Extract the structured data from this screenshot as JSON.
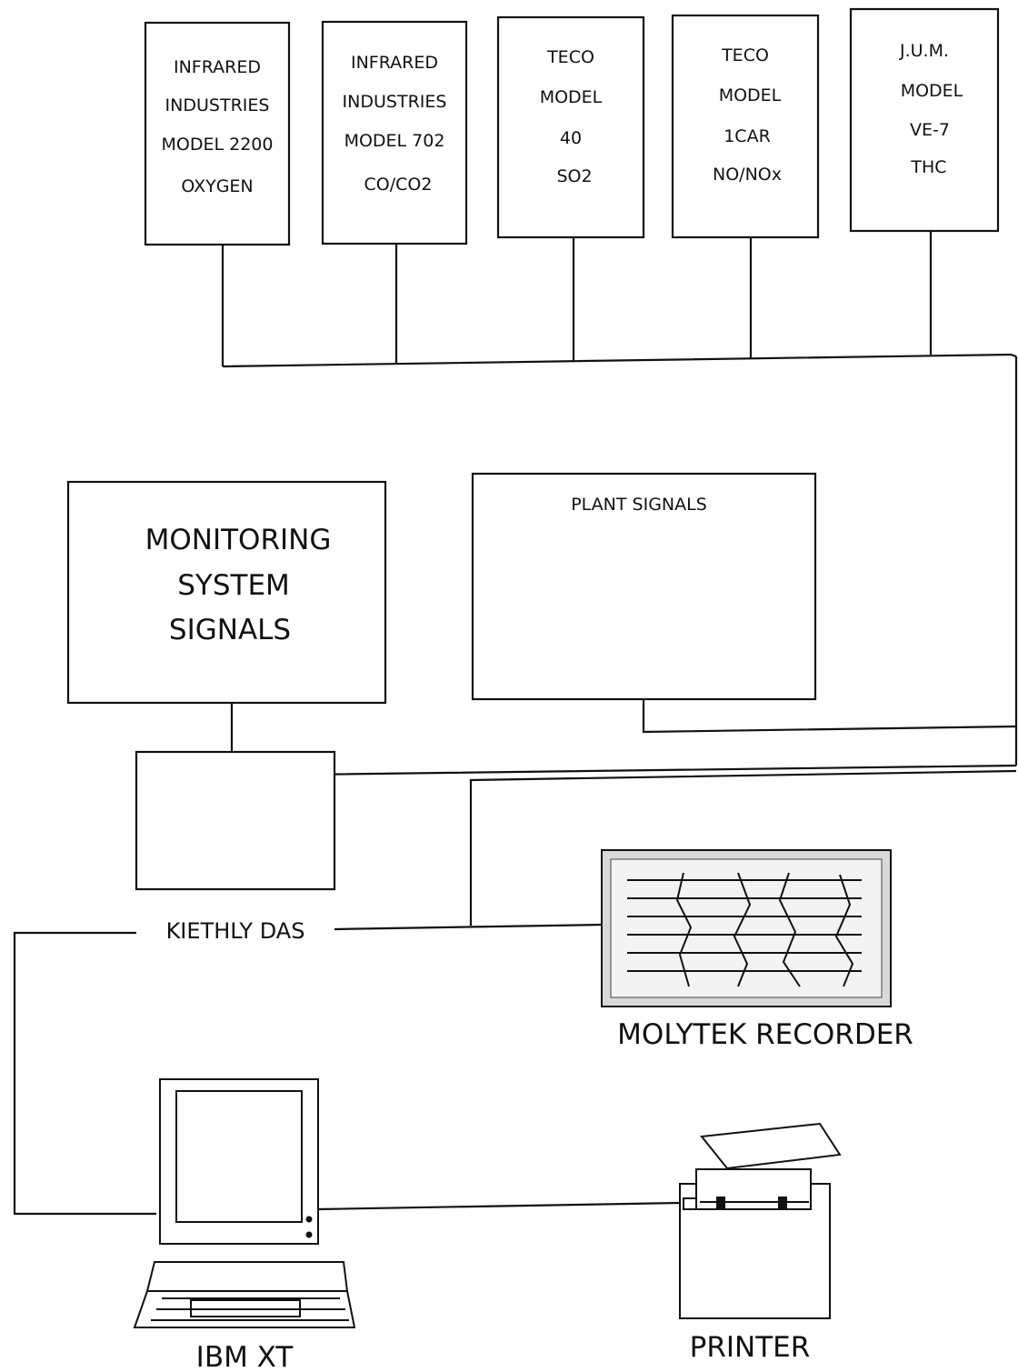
{
  "analyzers": [
    {
      "lines": [
        "INFRARED",
        "INDUSTRIES",
        "MODEL 2200",
        "OXYGEN"
      ]
    },
    {
      "lines": [
        "INFRARED",
        "INDUSTRIES",
        "MODEL 702",
        "CO/CO2"
      ]
    },
    {
      "lines": [
        "TECO",
        "MODEL",
        "40",
        "SO2"
      ]
    },
    {
      "lines": [
        "TECO",
        "MODEL",
        "1CAR",
        "NO/NOx"
      ]
    },
    {
      "lines": [
        "J.U.M.",
        "MODEL",
        "VE-7",
        "THC"
      ]
    }
  ],
  "monitoring": {
    "lines": [
      "MONITORING",
      "SYSTEM",
      "SIGNALS"
    ]
  },
  "plant": {
    "label": "PLANT SIGNALS"
  },
  "das": {
    "label": "KIETHLY DAS"
  },
  "recorder": {
    "label": "MOLYTEK RECORDER"
  },
  "computer": {
    "label": "IBM XT"
  },
  "printer": {
    "label": "PRINTER"
  }
}
